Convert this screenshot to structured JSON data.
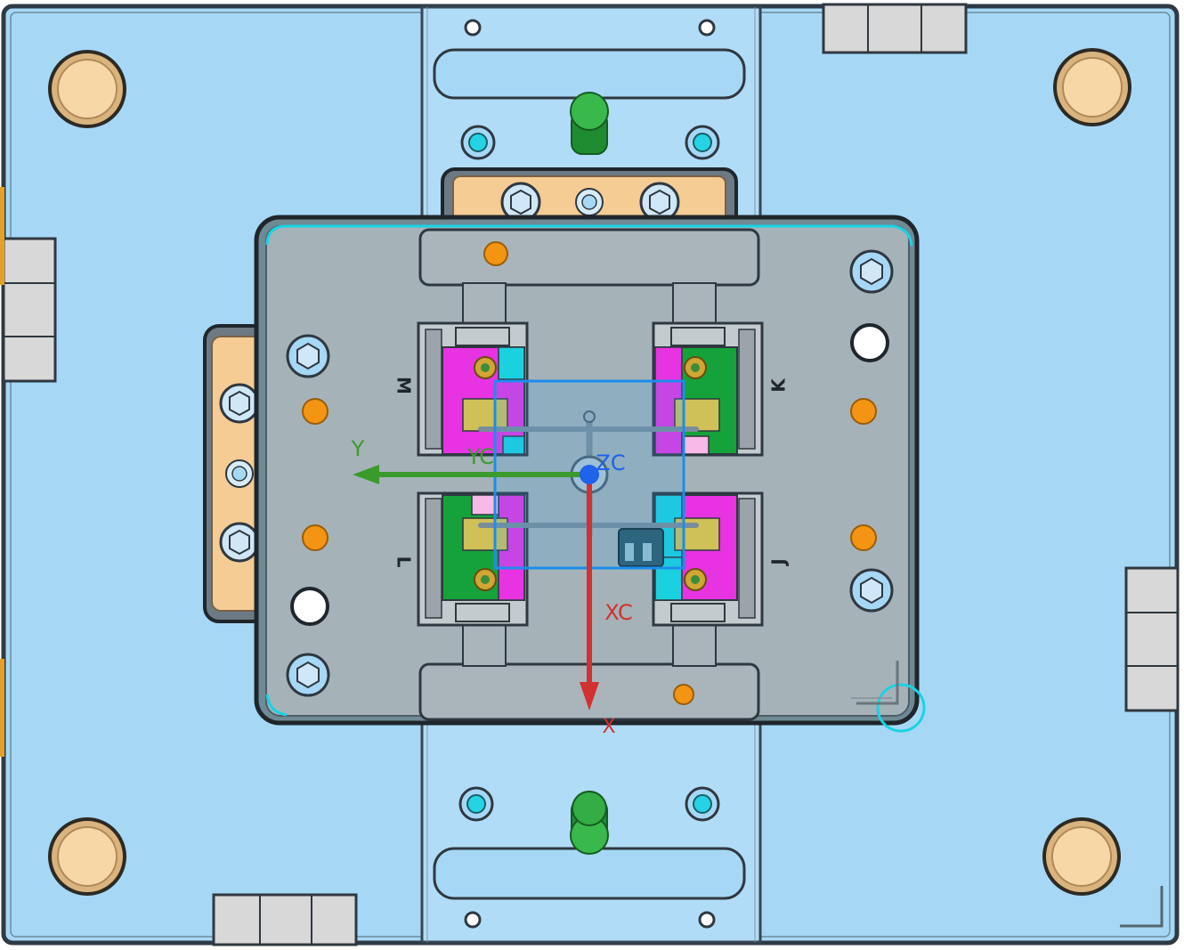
{
  "viewport": {
    "colors": {
      "plate": "#a6d8f6",
      "plate_edge": "#2e3a44",
      "cavity_plate": "#a5b2b8",
      "insert_gray": "#c4cbce",
      "boss_tan": "#f5cc94",
      "accent_cyan": "#1ad2e3",
      "pin_orange": "#f39512",
      "post_green": "#29a33b",
      "magenta": "#e733e2",
      "green_insert": "#16a23a",
      "pink": "#f7b9e6",
      "selection_blue": "#1c8dec",
      "axis_red": "#d23131",
      "axis_green": "#3a9b2c",
      "axis_blue": "#1e63e8"
    },
    "cavity_labels": {
      "top_left": "M",
      "top_right": "K",
      "bottom_left": "L",
      "bottom_right": "J"
    },
    "axes": {
      "y_label": "Y",
      "yc_label": "YC",
      "zc_label": "ZC",
      "xc_label": "XC",
      "x_label": "X"
    }
  }
}
